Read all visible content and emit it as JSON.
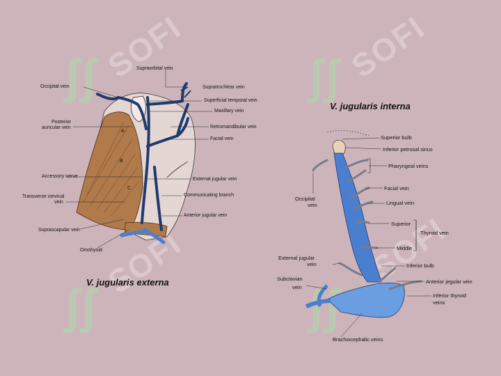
{
  "slide": {
    "watermark": "SOFI",
    "watermark_logo": "ʃʃ"
  },
  "left_figure": {
    "caption": "V. jugularis externa",
    "labels": {
      "supraorbital": "Supraorbital vein",
      "supratrochlear": "Supratrochlear vein",
      "occipital": "Occipital vein",
      "superficial_temporal": "Superficial temporal vein",
      "maxillary": "Maxillary vein",
      "posterior_auricular_1": "Posterior",
      "posterior_auricular_2": "auricular vein",
      "retromandibular": "Retromandibular vein",
      "facial": "Facial vein",
      "accessory_nerve": "Accessory nerve",
      "external_jugular": "External jugular vein",
      "transverse_cervical_1": "Transverse cervical",
      "transverse_cervical_2": "vein",
      "communicating_branch": "Communicating branch",
      "anterior_jugular": "Anterior jugular vein",
      "suprascapular": "Suprascapular vein",
      "omohyoid": "Omohyoid",
      "region_a": "A",
      "region_b": "B",
      "region_c": "C"
    }
  },
  "right_figure": {
    "caption": "V. jugularis interna",
    "labels": {
      "superior_bulb": "Superior bulb",
      "inferior_petrosal_sinus": "Inferior petrosal sinus",
      "pharyngeal_veins": "Pharyngeal veins",
      "facial_vein": "Facial vein",
      "occipital_1": "Occipital",
      "occipital_2": "vein",
      "lingual_vein": "Lingual vein",
      "superior": "Superior",
      "thyroid_vein": "Thyroid vein",
      "middle": "Middle",
      "external_jugular_1": "External jugular",
      "external_jugular_2": "vein",
      "inferior_bulb": "Inferior bulb",
      "subclavian_1": "Subclavian",
      "subclavian_2": "vein",
      "anterior_jugular_vein": "Anterior jegular vein",
      "inferior_thyroid_1": "Inferior thyroid",
      "inferior_thyroid_2": "veins",
      "brachiocephalic": "Brachiocephalic veins"
    }
  },
  "colors": {
    "background": "#cdb4bb",
    "vein_dark": "#1e3a6e",
    "vein_blue": "#4a7fd0",
    "muscle": "#b07a4a"
  }
}
